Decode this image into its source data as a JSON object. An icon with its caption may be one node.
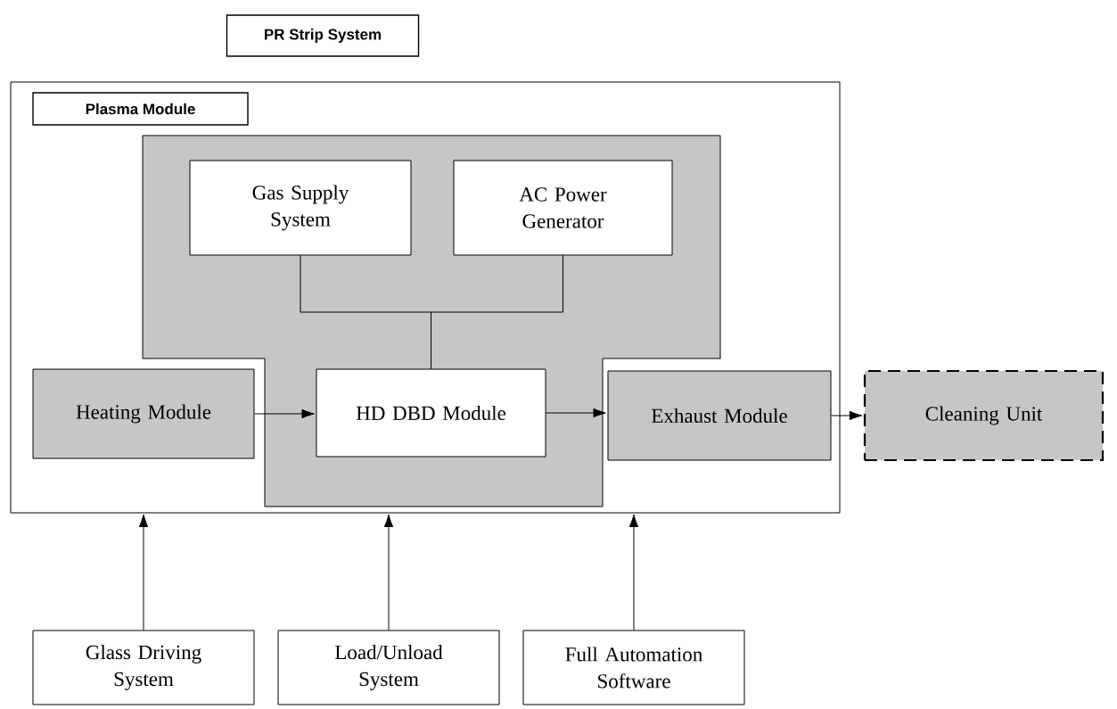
{
  "diagram": {
    "nodes": [
      {
        "text": [
          "PR Strip System"
        ]
      },
      {
        "text": [
          "Plasma Module"
        ],
        "in": 0
      },
      {
        "text": [
          "Gas Supply System"
        ],
        "in": 1
      },
      {
        "text": [
          "AC Power Generator"
        ],
        "in": 1
      },
      {
        "text": [
          "Heating Module"
        ],
        "in": 0
      },
      {
        "text": [
          "HD DBD Module"
        ],
        "in": 1
      },
      {
        "text": [
          "Exhaust Module"
        ],
        "in": 0
      },
      {
        "text": [
          "Cleaning Unit"
        ]
      },
      {
        "text": [
          "Glass Driving System"
        ]
      },
      {
        "text": [
          "Load/Unload System"
        ]
      },
      {
        "text": [
          "Full Automation Software"
        ]
      }
    ],
    "edges": [
      {
        "from": 2,
        "to": 5,
        "arrow": "none"
      },
      {
        "from": 3,
        "to": 5,
        "arrow": "none"
      },
      {
        "from": 4,
        "to": 5,
        "arrow": "to"
      },
      {
        "from": 5,
        "to": 6,
        "arrow": "to"
      },
      {
        "from": 6,
        "to": 7,
        "arrow": "to"
      },
      {
        "from": 8,
        "to": 0,
        "arrow": "to"
      },
      {
        "from": 9,
        "to": 0,
        "arrow": "to"
      },
      {
        "from": 10,
        "to": 0,
        "arrow": "to"
      }
    ]
  }
}
